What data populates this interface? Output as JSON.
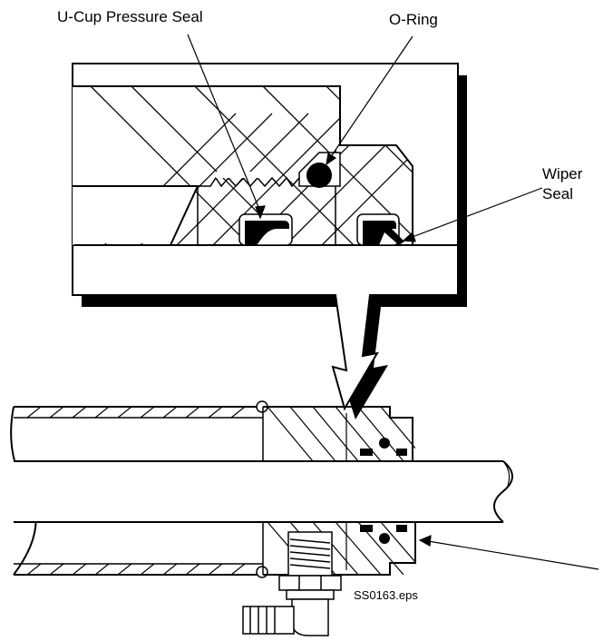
{
  "labels": {
    "ucup": "U-Cup Pressure Seal",
    "oring": "O-Ring",
    "wiper_line1": "Wiper",
    "wiper_line2": "Seal",
    "filename": "SS0163.eps"
  },
  "colors": {
    "ink": "#000000",
    "paper": "#ffffff"
  }
}
